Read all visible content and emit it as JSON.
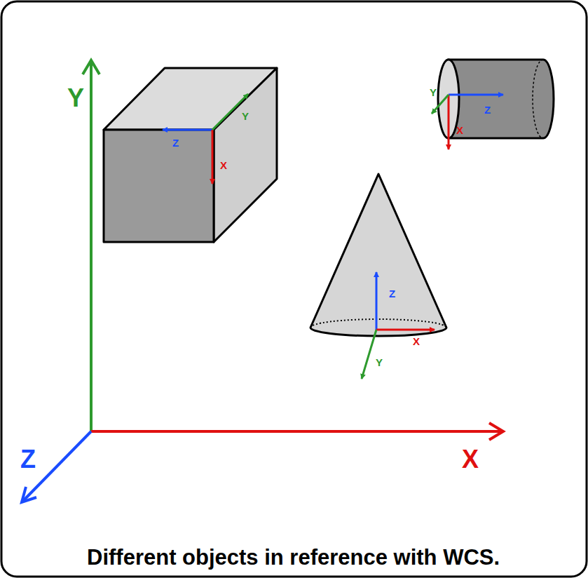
{
  "diagram": {
    "caption": "Different objects in reference with WCS.",
    "labels": [
      "Y",
      "Z",
      "Y",
      "X",
      "Y",
      "Z",
      "X",
      "Z",
      "X",
      "Y",
      "Z",
      "X"
    ]
  }
}
